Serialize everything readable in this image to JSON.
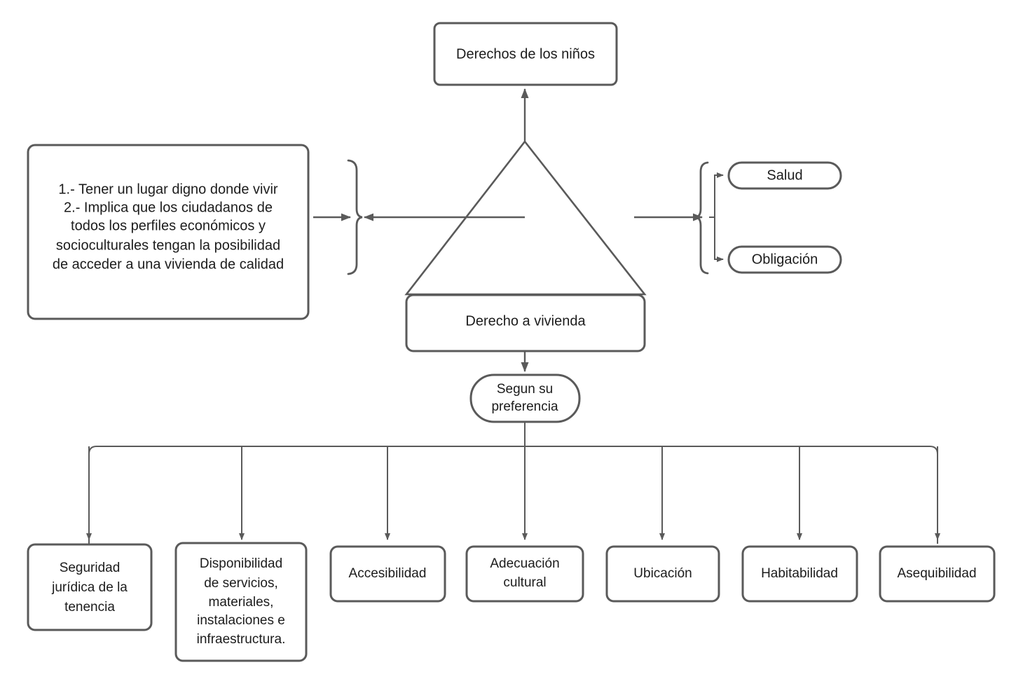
{
  "diagram": {
    "title": "Derecho a vivienda",
    "colors": {
      "stroke": "#5a5a5a",
      "fill": "#ffffff",
      "text": "#1c1c1c",
      "background": "#ffffff"
    },
    "root_node": {
      "label": "Derechos de los niños"
    },
    "triangle_node": {
      "label": "Derecho a vivienda"
    },
    "definition_box": {
      "lines": [
        "1.-  Tener un lugar digno donde vivir",
        "2.- Implica que los ciudadanos de",
        "todos los perfiles económicos y",
        "socioculturales tengan la posibilidad",
        "de acceder a una vivienda de calidad"
      ]
    },
    "right_branch": {
      "items": [
        {
          "label": "Salud"
        },
        {
          "label": "Obligación"
        }
      ]
    },
    "preference_node": {
      "lines": [
        "Segun su",
        "preferencia"
      ]
    },
    "criteria": [
      {
        "id": "seguridad-juridica",
        "lines": [
          "Seguridad",
          "jurídica de la",
          "tenencia"
        ]
      },
      {
        "id": "disponibilidad",
        "lines": [
          "Disponibilidad",
          "de servicios,",
          "materiales,",
          "instalaciones e",
          "infraestructura."
        ]
      },
      {
        "id": "accesibilidad",
        "lines": [
          "Accesibilidad"
        ]
      },
      {
        "id": "adecuacion-cultural",
        "lines": [
          "Adecuación",
          "cultural"
        ]
      },
      {
        "id": "ubicacion",
        "lines": [
          "Ubicación"
        ]
      },
      {
        "id": "habitabilidad",
        "lines": [
          "Habitabilidad"
        ]
      },
      {
        "id": "asequibilidad",
        "lines": [
          "Asequibilidad"
        ]
      }
    ]
  }
}
